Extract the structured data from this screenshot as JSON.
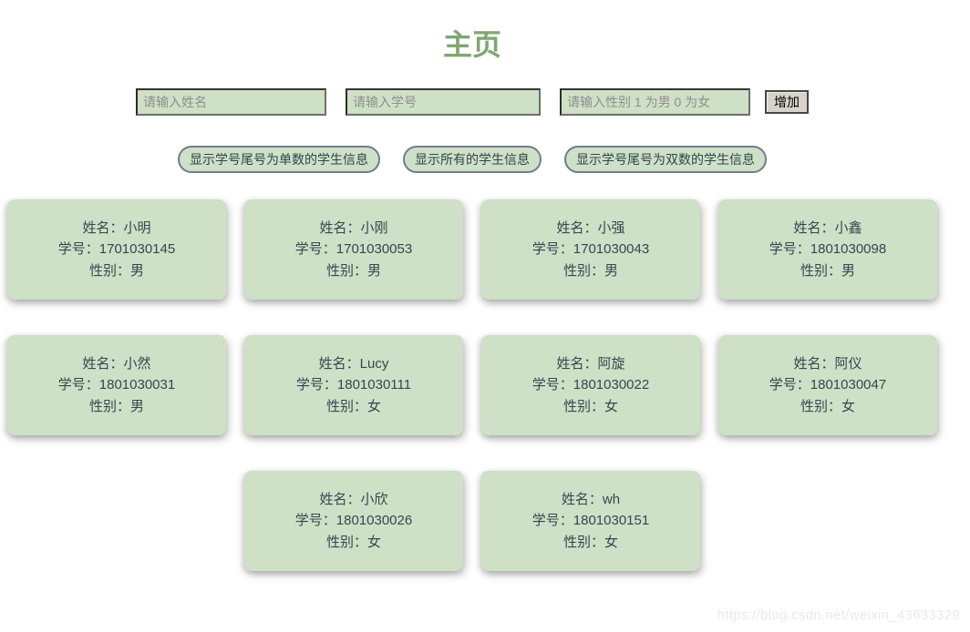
{
  "page": {
    "title": "主页",
    "watermark": "https://blog.csdn.net/weixin_43633329"
  },
  "form": {
    "name_placeholder": "请输入姓名",
    "student_id_placeholder": "请输入学号",
    "gender_placeholder": "请输入性别 1 为男 0 为女",
    "add_button_label": "增加"
  },
  "filters": {
    "odd_label": "显示学号尾号为单数的学生信息",
    "all_label": "显示所有的学生信息",
    "even_label": "显示学号尾号为双数的学生信息"
  },
  "labels": {
    "name": "姓名：",
    "student_id": "学号：",
    "gender": "性别："
  },
  "students": [
    {
      "name": "小明",
      "id": "1701030145",
      "gender": "男"
    },
    {
      "name": "小刚",
      "id": "1701030053",
      "gender": "男"
    },
    {
      "name": "小强",
      "id": "1701030043",
      "gender": "男"
    },
    {
      "name": "小鑫",
      "id": "1801030098",
      "gender": "男"
    },
    {
      "name": "小然",
      "id": "1801030031",
      "gender": "男"
    },
    {
      "name": "Lucy",
      "id": "1801030111",
      "gender": "女"
    },
    {
      "name": "阿旋",
      "id": "1801030022",
      "gender": "女"
    },
    {
      "name": "阿仪",
      "id": "1801030047",
      "gender": "女"
    },
    {
      "name": "小欣",
      "id": "1801030026",
      "gender": "女"
    },
    {
      "name": "wh",
      "id": "1801030151",
      "gender": "女"
    }
  ],
  "colors": {
    "accent_green": "#82a670",
    "card_background": "#cee0c6",
    "card_text": "#374650",
    "pill_border": "#6e7d8c"
  }
}
